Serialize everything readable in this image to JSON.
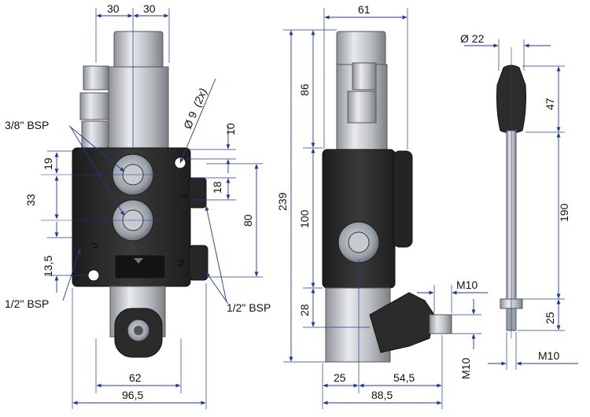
{
  "accent_colors": {
    "dimension_line": "#1f3a93",
    "body": "#2a2a2a",
    "metal": "#c9ccd1"
  },
  "front_view": {
    "dims": {
      "top_left_30": "30",
      "top_right_30": "30",
      "dia_9": "Ø 9",
      "dia_9_count": "(2x)",
      "d10": "10",
      "d19": "19",
      "d18": "18",
      "d33": "33",
      "d80": "80",
      "d13_5": "13,5",
      "d62": "62",
      "d96_5": "96,5"
    },
    "callouts": {
      "bsp_3_8": "3/8\" BSP",
      "bsp_1_2_left": "1/2\" BSP",
      "bsp_1_2_right": "1/2\" BSP"
    },
    "engravings": {
      "port_p": "P",
      "port_t": "T",
      "port_n": "N"
    }
  },
  "side_view": {
    "dims": {
      "d61": "61",
      "d86": "86",
      "d239": "239",
      "d100": "100",
      "d28": "28",
      "m10_top": "M10",
      "m10_vert": "M10",
      "d25": "25",
      "d54_5": "54,5",
      "d88_5": "88,5"
    }
  },
  "lever": {
    "dims": {
      "dia_22": "Ø 22",
      "d47": "47",
      "d190": "190",
      "d25": "25",
      "m10": "M10"
    }
  }
}
